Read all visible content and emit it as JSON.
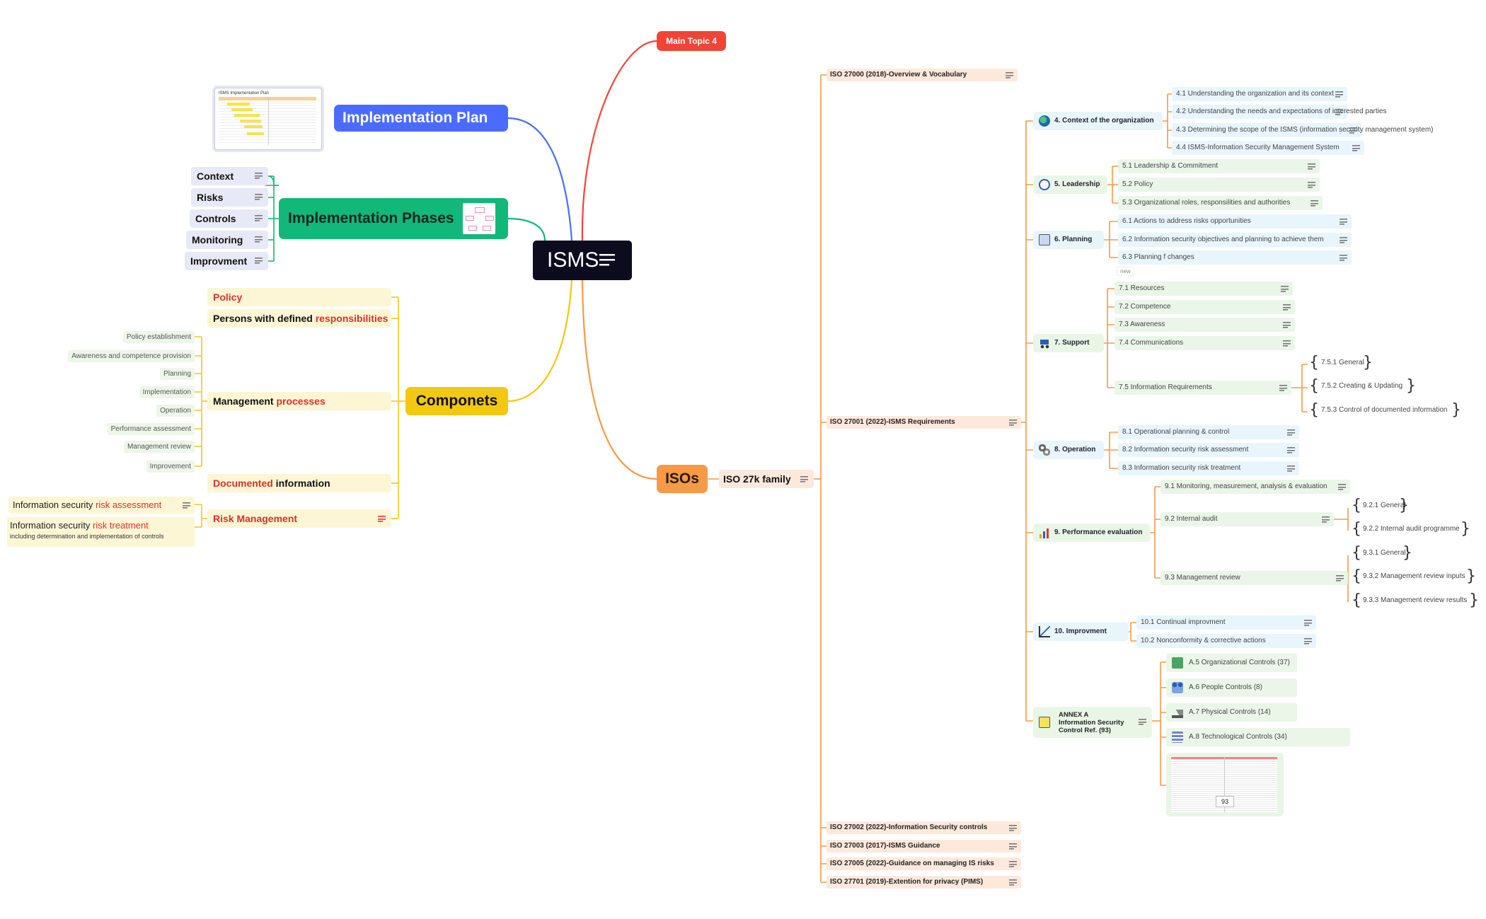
{
  "root": {
    "label": "ISMS"
  },
  "branches": {
    "main_topic_4": {
      "label": "Main Topic 4",
      "color": "#f04438"
    },
    "implementation_plan": {
      "label": "Implementation Plan",
      "color": "#4b6bff",
      "thumb_title": "ISMS Implementation Plan"
    },
    "implementation_phases": {
      "label": "Implementation Phases",
      "color": "#12b87a",
      "items": [
        "Context",
        "Risks",
        "Controls",
        "Monitoring",
        "Improvment"
      ]
    },
    "componets": {
      "label": "Componets",
      "color": "#f2c812",
      "policy": "Policy",
      "persons_prefix": "Persons with defined ",
      "persons_hl": "responsibilities",
      "mgmt_prefix": "Management ",
      "mgmt_hl": "processes",
      "mgmt_items": [
        "Policy establishment",
        "Awareness and competence provision",
        "Planning",
        "Implementation",
        "Operation",
        "Performance assessment",
        "Management review",
        "Improvement"
      ],
      "doc_hl": "Documented",
      "doc_suffix": " information",
      "risk_mgmt": "Risk Management",
      "risk_assess_prefix": "Information security ",
      "risk_assess_hl": "risk assessment",
      "risk_treat_prefix": "Information security ",
      "risk_treat_hl": "risk treatment",
      "risk_treat_note": "including determination and implementation of controls"
    },
    "isos": {
      "label": "ISOs",
      "color": "#f59a46",
      "family": "ISO 27k family"
    }
  },
  "iso_standards": [
    "ISO 27000 (2018)-Overview & Vocabulary",
    "ISO 27001 (2022)-ISMS Requirements",
    "ISO 27002 (2022)-Information Security controls",
    "ISO 27003 (2017)-ISMS Guidance",
    "ISO 27005 (2022)-Guidance on managing IS risks",
    "ISO 27701 (2019)-Extention for privacy (PIMS)"
  ],
  "clauses": {
    "c4": {
      "label": "4. Context of the organization",
      "items": [
        "4.1 Understanding the organization and its context",
        "4.2 Understanding the needs and expectations of interested parties",
        "4.3 Determining the scope of the ISMS (information security management system)",
        "4.4 ISMS-Information Security Management System"
      ]
    },
    "c5": {
      "label": "5. Leadership",
      "items": [
        "5.1 Leadership & Commitment",
        "5.2 Policy",
        "5.3 Organizational roles, responsilities and authorities"
      ]
    },
    "c6": {
      "label": "6. Planning",
      "items": [
        "6.1 Actions to address risks opportunities",
        "6.2 Information security objectives and planning to achieve them",
        "6.3 Planning f changes"
      ],
      "tag": "new"
    },
    "c7": {
      "label": "7. Support",
      "items": [
        "7.1 Resources",
        "7.2 Competence",
        "7.3 Awareness",
        "7.4 Communications",
        "7.5 Information Requirements"
      ],
      "sub": [
        "7.5.1 General",
        "7.5.2 Creating & Updating",
        "7.5.3 Control of documented information"
      ]
    },
    "c8": {
      "label": "8. Operation",
      "items": [
        "8.1 Operational planning & control",
        "8.2 Information security risk assessment",
        "8.3 Information security risk treatment"
      ]
    },
    "c9": {
      "label": "9. Performance evaluation",
      "items": [
        "9.1  Monitoring, measurement, analysis & evaluation",
        "9.2 Internal audit",
        "9.3 Management review"
      ],
      "audit": [
        "9.2.1 General",
        "9.2.2 Internal audit programme"
      ],
      "review": [
        "9.3.1 General",
        "9.3.2 Management review inputs",
        "9.3.3 Management review results"
      ]
    },
    "c10": {
      "label": "10. Improvment",
      "items": [
        "10.1 Continual improvment",
        "10.2 Nonconformity & corrective actions"
      ]
    },
    "annex": {
      "line1": "ANNEX A",
      "line2": "Information Security",
      "line3": "Control Ref. (93)",
      "items": [
        "A.5 Organizational Controls (37)",
        "A.6 People Controls (8)",
        "A.7 Physical Controls (14)",
        "A.8 Technological Controls (34)"
      ],
      "thumb_number": "93"
    }
  }
}
